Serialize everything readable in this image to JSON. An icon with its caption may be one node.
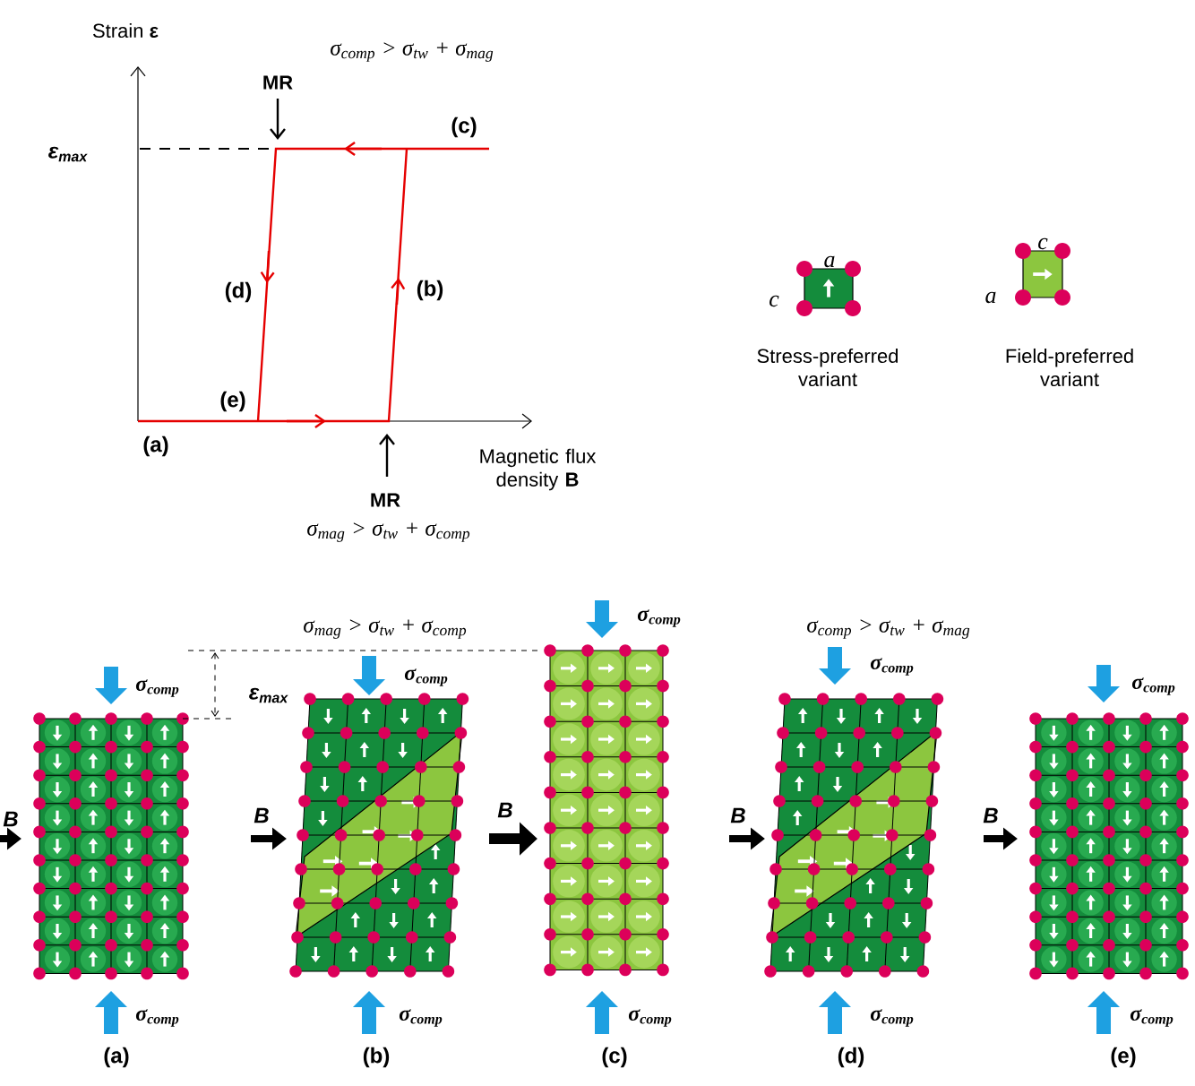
{
  "diagram": {
    "labels": [
      "Strain **ε**",
      "σ$_{comp}$ > σ$_{tw}$ + σ$_{mag}$",
      "MR",
      "ε$_{max}$",
      "(c)",
      "(d)",
      "(b)",
      "(e)",
      "(a)",
      "Magnetic flux density **B**",
      "MR",
      "σ$_{mag}$ > σ$_{tw}$ + σ$_{comp}$",
      "a",
      "c",
      "Stress-preferred variant",
      "c",
      "a",
      "Field-preferred variant",
      "σ$_{mag}$ > σ$_{tw}$ + σ$_{comp}$",
      "σ$_{comp}$ > σ$_{tw}$ + σ$_{mag}$",
      "ε$_{max}$",
      "B",
      "σ$_{comp}$",
      "σ$_{comp}$",
      "(a)",
      "B",
      "σ$_{comp}$",
      "σ$_{comp}$",
      "(b)",
      "B",
      "σ$_{comp}$",
      "σ$_{comp}$",
      "(c)",
      "B",
      "σ$_{comp}$",
      "σ$_{comp}$",
      "(d)",
      "B",
      "σ$_{comp}$",
      "σ$_{comp}$",
      "(e)"
    ]
  }
}
